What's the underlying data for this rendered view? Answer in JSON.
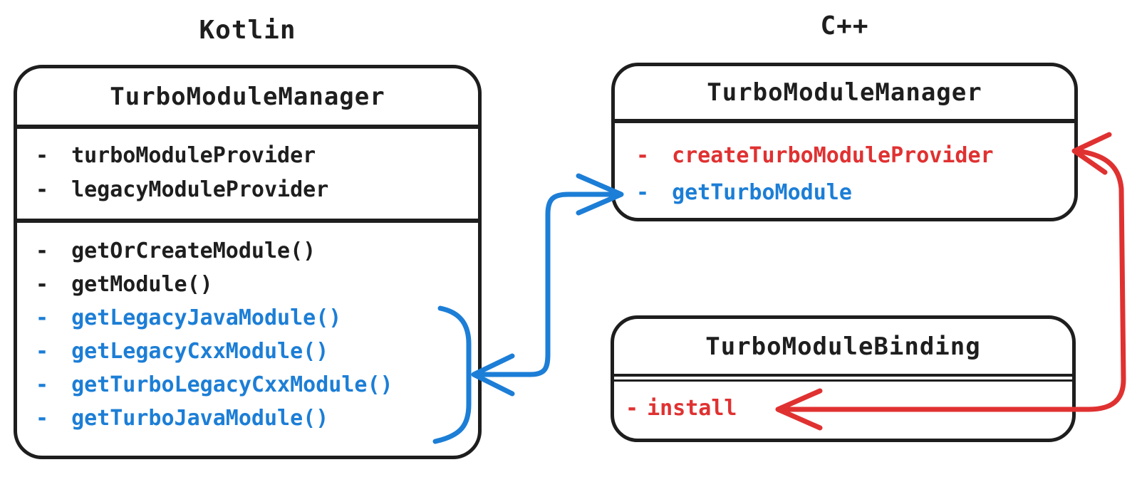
{
  "bullet": "-",
  "colors": {
    "ink": "#1e1e1e",
    "blue": "#1c7ed6",
    "red": "#e03131",
    "background": "#ffffff"
  },
  "groups": {
    "kotlin": {
      "label": "Kotlin"
    },
    "cpp": {
      "label": "C++"
    }
  },
  "classes": {
    "kotlin_manager": {
      "title": "TurboModuleManager",
      "attributes": [
        {
          "name": "turboModuleProvider",
          "color": "ink"
        },
        {
          "name": "legacyModuleProvider",
          "color": "ink"
        }
      ],
      "methods": [
        {
          "name": "getOrCreateModule()",
          "color": "ink"
        },
        {
          "name": "getModule()",
          "color": "ink"
        },
        {
          "name": "getLegacyJavaModule()",
          "color": "blue"
        },
        {
          "name": "getLegacyCxxModule()",
          "color": "blue"
        },
        {
          "name": "getTurboLegacyCxxModule()",
          "color": "blue"
        },
        {
          "name": "getTurboJavaModule()",
          "color": "blue"
        }
      ]
    },
    "cpp_manager": {
      "title": "TurboModuleManager",
      "methods": [
        {
          "name": "createTurboModuleProvider",
          "color": "red"
        },
        {
          "name": "getTurboModule",
          "color": "blue"
        }
      ]
    },
    "cpp_binding": {
      "title": "TurboModuleBinding",
      "methods": [
        {
          "name": "install",
          "color": "red"
        }
      ]
    }
  },
  "connectors": [
    {
      "id": "kotlin-cpp-bridge",
      "type": "double-arrow",
      "color": "blue"
    },
    {
      "id": "provider-install-link",
      "type": "double-arrow",
      "color": "red"
    },
    {
      "id": "blue-methods-bracket",
      "type": "bracket",
      "color": "blue"
    }
  ]
}
